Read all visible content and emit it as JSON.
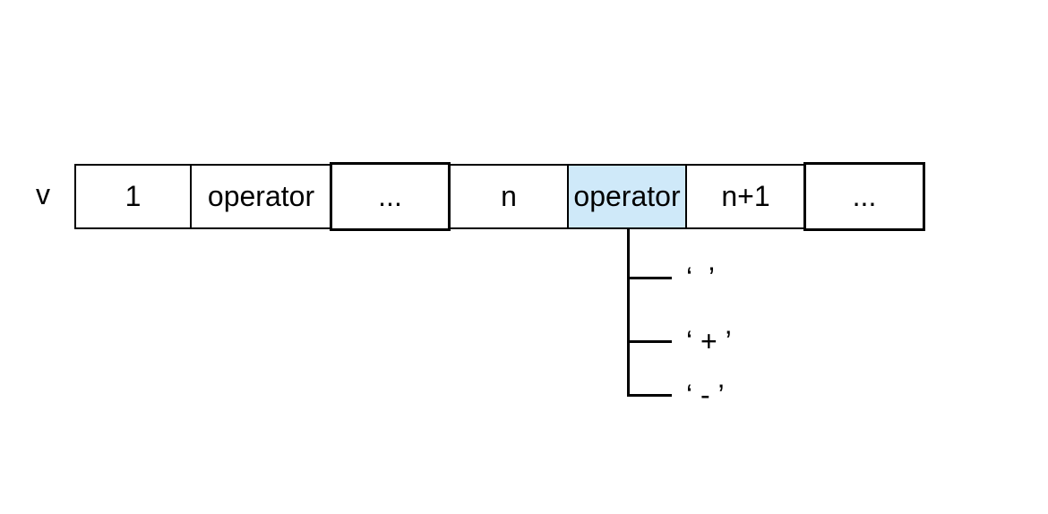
{
  "figure": {
    "array_label": "v",
    "cells": [
      {
        "label": "1",
        "highlighted": false
      },
      {
        "label": "operator",
        "highlighted": false
      },
      {
        "label": "...",
        "highlighted": false
      },
      {
        "label": "n",
        "highlighted": false
      },
      {
        "label": "operator",
        "highlighted": true
      },
      {
        "label": "n+1",
        "highlighted": false
      },
      {
        "label": "...",
        "highlighted": false
      }
    ],
    "operator_options": [
      {
        "name": "space",
        "value": " ",
        "display": "‘  ’"
      },
      {
        "name": "plus",
        "value": "+",
        "display": "‘ + ’"
      },
      {
        "name": "minus",
        "value": "-",
        "display": "‘ - ’"
      }
    ]
  },
  "colors": {
    "highlight_fill": "#cfe9f9",
    "line": "#000000",
    "background": "#ffffff"
  }
}
